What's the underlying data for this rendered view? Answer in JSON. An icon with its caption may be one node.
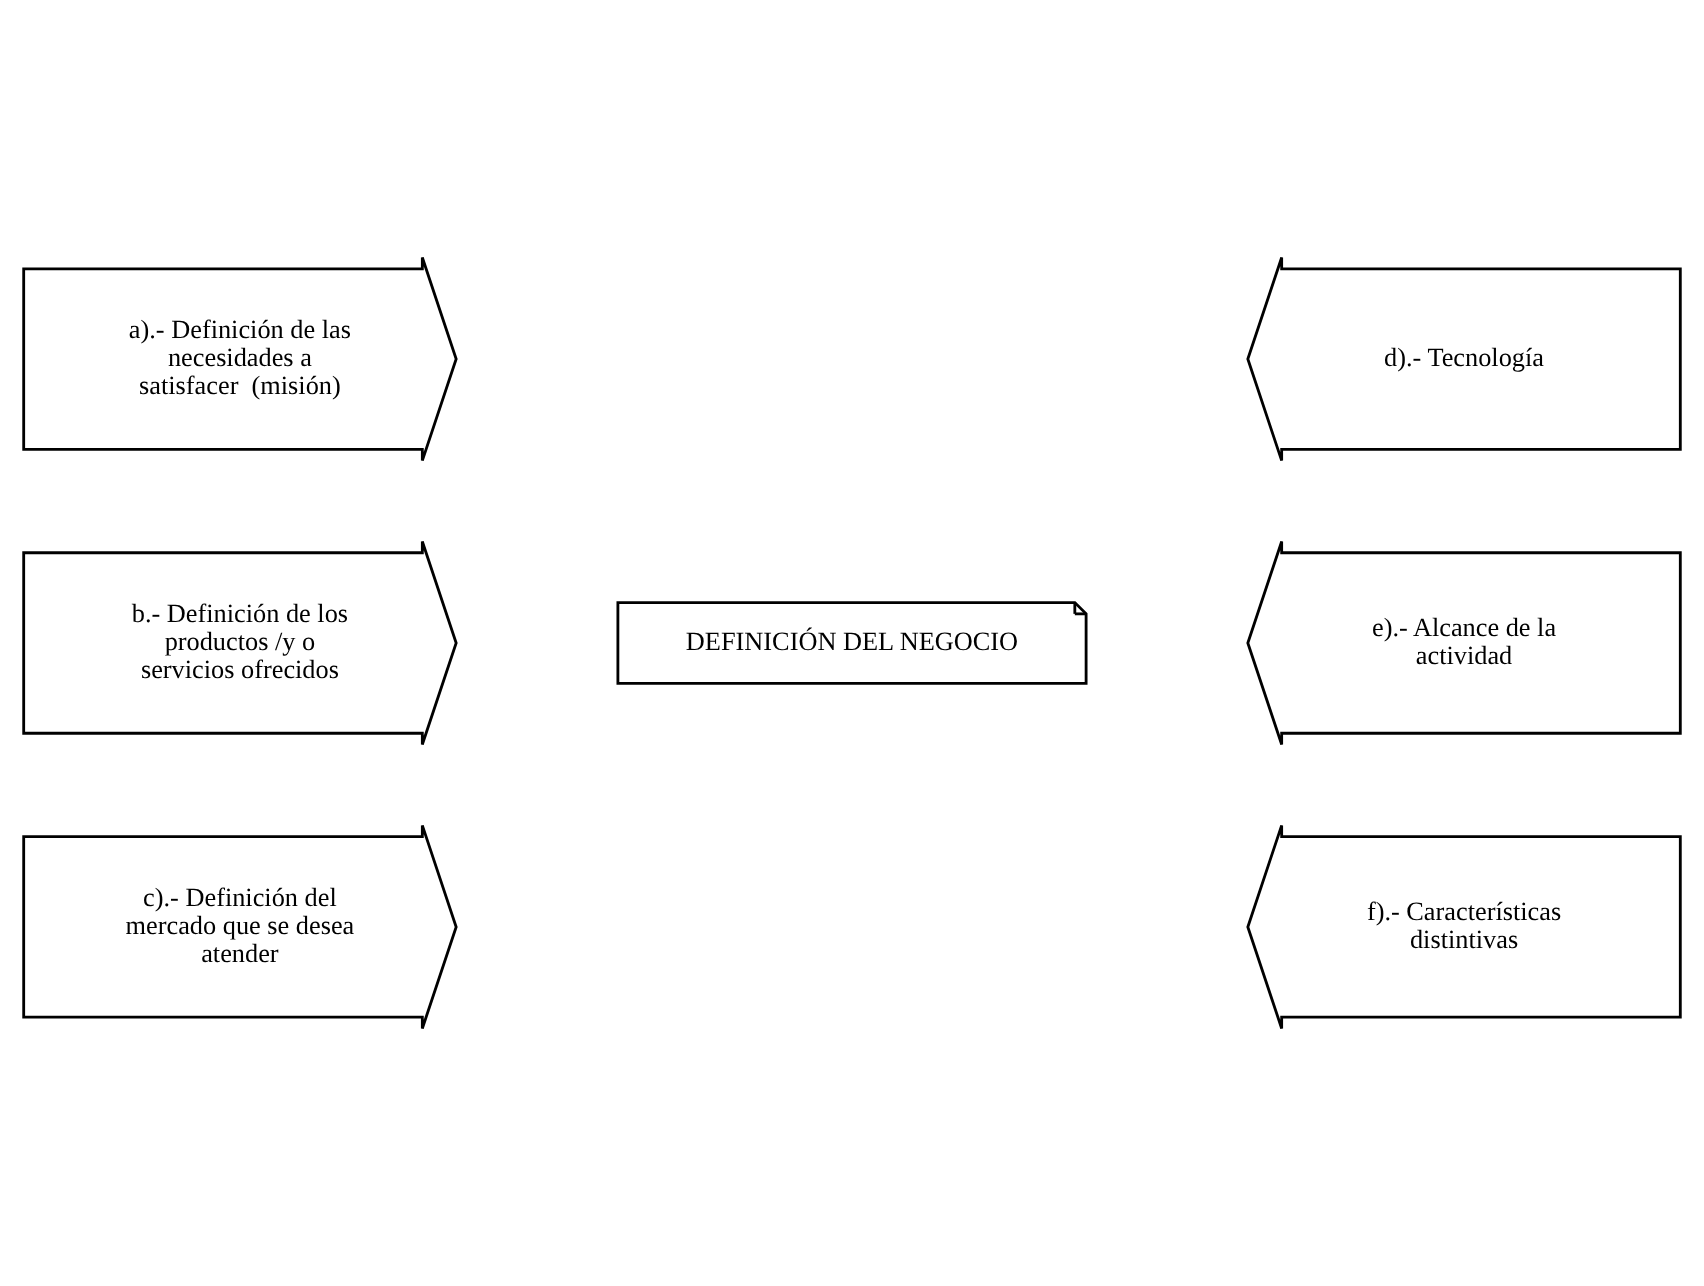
{
  "diagram": {
    "nodes": [
      {
        "text": [
          "a).- Definición de las necesidades a satisfacer  (misión)"
        ]
      },
      {
        "text": [
          "d).- Tecnología"
        ]
      },
      {
        "text": [
          "DEFINICIÓN DEL NEGOCIO"
        ]
      },
      {
        "text": [
          "b.- Definición de los productos /y o servicios ofrecidos"
        ]
      },
      {
        "text": [
          "e).- Alcance de la actividad"
        ]
      },
      {
        "text": [
          "c).- Definición del mercado que se desea atender"
        ]
      },
      {
        "text": [
          "f).- Características distintivas"
        ]
      }
    ]
  }
}
